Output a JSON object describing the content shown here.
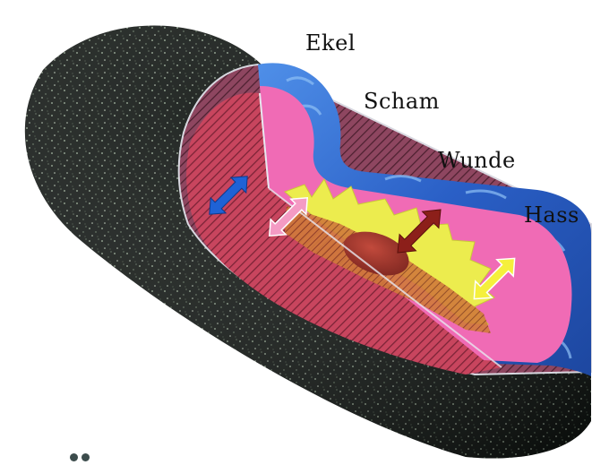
{
  "diagram": {
    "labels": [
      "Ekel",
      "Scham",
      "Wunde",
      "Hass"
    ],
    "colors": {
      "outer_shell": "#151a17",
      "speckle": "#9fb39a",
      "cut_face": "#c94a62",
      "cut_rim": "#8d3d55",
      "blue_layer": "#2b63c8",
      "pink_layer": "#f06bb5",
      "yellow_layer": "#e8e84a",
      "core": "#a83a2e",
      "arrow_blue": "#1f62d6",
      "arrow_pink": "#f49bc4",
      "arrow_darkred": "#8c1f1a",
      "arrow_yellow": "#f5f03c"
    }
  },
  "pagination": {
    "icon": "dots-icon"
  }
}
